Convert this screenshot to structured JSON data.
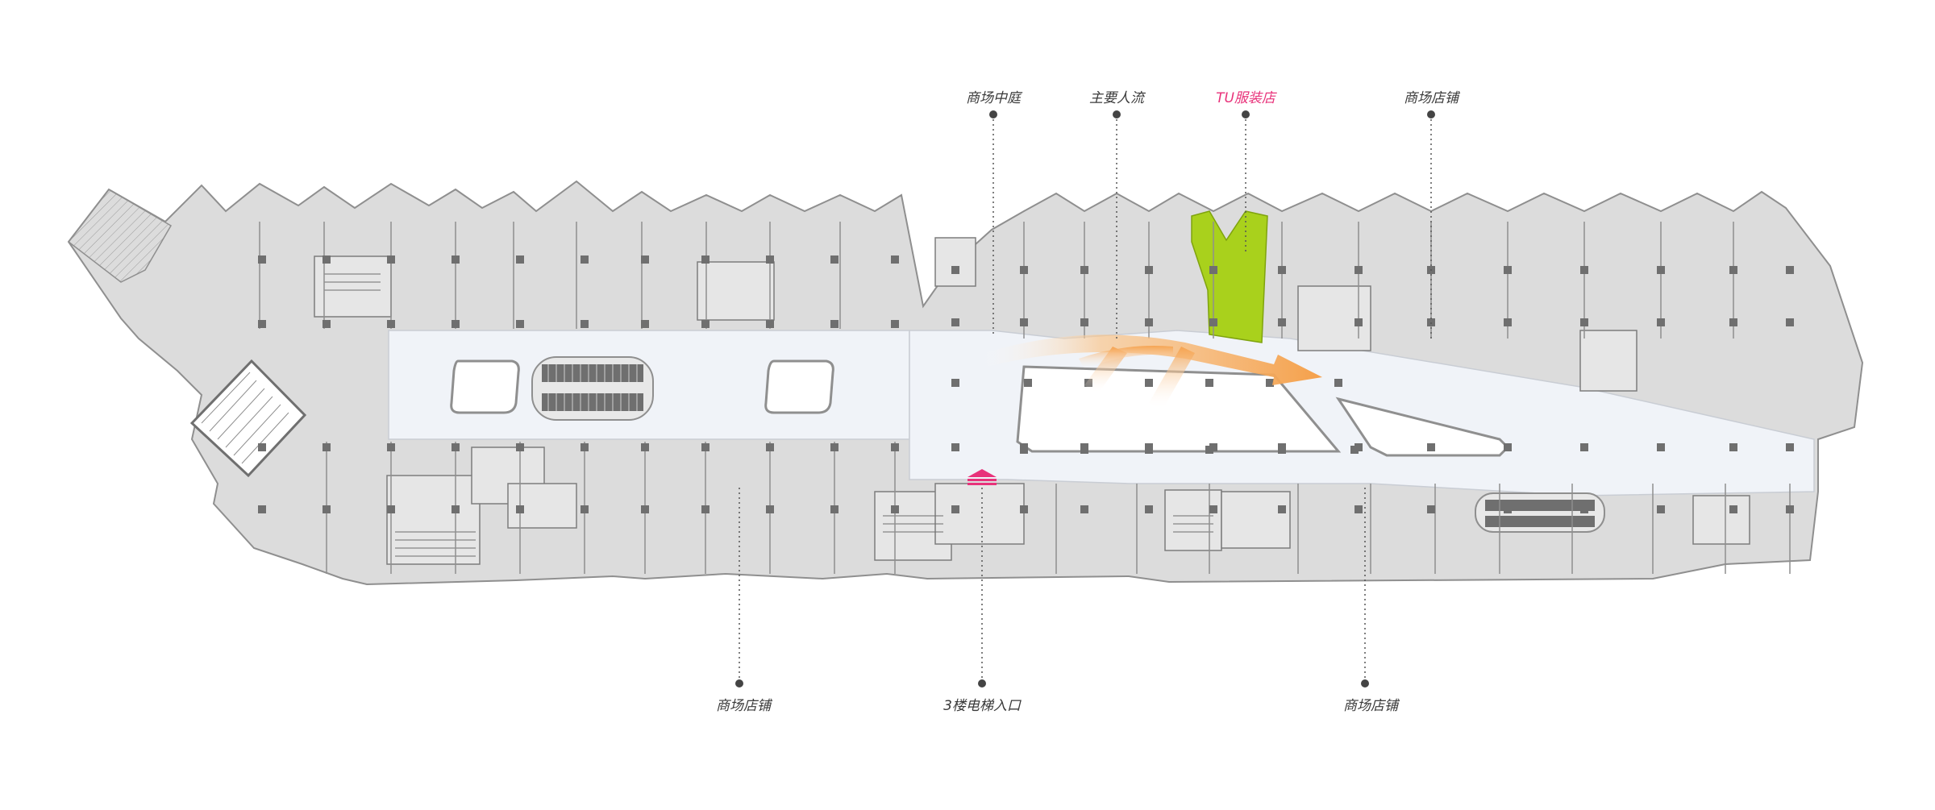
{
  "labels": {
    "atrium": "商场中庭",
    "main_flow": "主要人流",
    "tu_store": "TU服装店",
    "shops_top_right": "商场店铺",
    "shops_bottom_left": "商场店铺",
    "elevator_entrance": "3楼电梯入口",
    "shops_bottom_right": "商场店铺"
  },
  "colors": {
    "background": "#ffffff",
    "building_fill": "#dcdcdc",
    "building_stroke": "#8f8f8f",
    "corridor_fill": "#f0f3f8",
    "tu_store_fill": "#a9d11c",
    "tu_label": "#e8327a",
    "label_text": "#3a3a3a",
    "flow_arrow": "#f5a04a",
    "elevator_marker": "#e8327a",
    "leader_line": "#555555",
    "column": "#6f6f6f"
  },
  "icons": {
    "elevator_marker": "stair-triangle-icon",
    "flow_arrow": "flow-arrow-icon"
  }
}
